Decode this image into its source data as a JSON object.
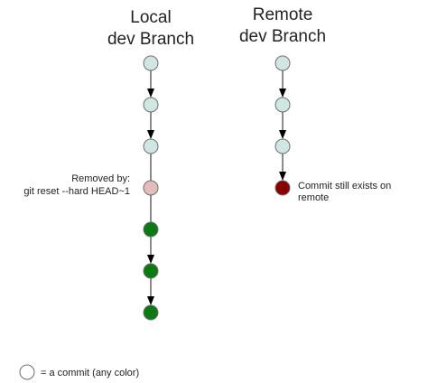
{
  "local": {
    "title_line1": "Local",
    "title_line2": "dev Branch",
    "commits": [
      {
        "color": "#cfe6e3"
      },
      {
        "color": "#cfe6e3"
      },
      {
        "color": "#cfe6e3"
      },
      {
        "color": "#e3bdbd"
      },
      {
        "color": "#0b7a12"
      },
      {
        "color": "#0b7a12"
      },
      {
        "color": "#0b7a12"
      }
    ],
    "removed_note_line1": "Removed by:",
    "removed_note_line2": "git reset --hard HEAD~1"
  },
  "remote": {
    "title_line1": "Remote",
    "title_line2": "dev Branch",
    "commits": [
      {
        "color": "#cfe6e3"
      },
      {
        "color": "#cfe6e3"
      },
      {
        "color": "#cfe6e3"
      },
      {
        "color": "#8b0000"
      }
    ],
    "exists_note_line1": "Commit still exists on",
    "exists_note_line2": "remote"
  },
  "legend": {
    "text": "= a commit (any color)"
  }
}
